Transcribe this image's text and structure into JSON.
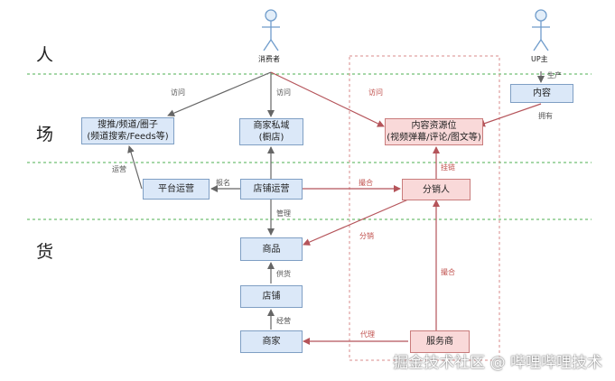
{
  "lanes": {
    "people": "人",
    "field": "场",
    "goods": "货"
  },
  "actors": {
    "consumer": "消费者",
    "up_owner": "UP主"
  },
  "nodes": {
    "recommend": [
      "搜推/频道/圈子",
      "(频道搜索/Feeds等)"
    ],
    "private_domain": [
      "商家私域",
      "(橱店)"
    ],
    "content_slot": [
      "内容资源位",
      "(视频弹幕/评论/图文等)"
    ],
    "content": "内容",
    "platform_ops": "平台运营",
    "store_ops": "店铺运营",
    "distributor": "分销人",
    "goods": "商品",
    "store": "店铺",
    "merchant": "商家",
    "service_provider": "服务商"
  },
  "edge_labels": {
    "visit_left": "访问",
    "visit_mid": "访问",
    "visit_right": "访问",
    "produce": "生产",
    "own": "拥有",
    "operate": "运营",
    "signup": "报名",
    "match_top": "撮合",
    "mount": "挂链",
    "manage": "管理",
    "distribute": "分销",
    "supply": "供货",
    "match_right": "撮合",
    "run": "经营",
    "agent": "代理"
  },
  "watermark": "掘金技术社区 @ 哔哩哔哩技术",
  "colors": {
    "blue_fill": "#dbe8f8",
    "pink_fill": "#f9d9d9",
    "gray_arrow": "#666666",
    "red_arrow": "#b5545a",
    "lane_divider": "#4caf50"
  }
}
